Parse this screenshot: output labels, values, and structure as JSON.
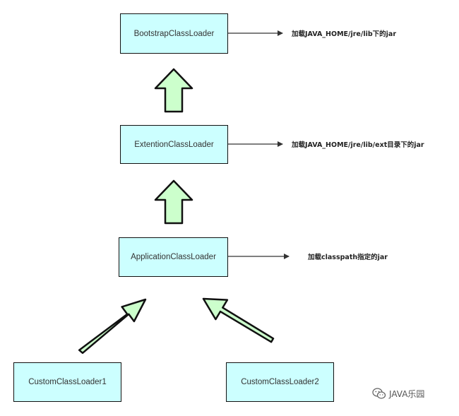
{
  "nodes": {
    "bootstrap": "BootstrapClassLoader",
    "extension": "ExtentionClassLoader",
    "application": "ApplicationClassLoader",
    "custom1": "CustomClassLoader1",
    "custom2": "CustomClassLoader2"
  },
  "notes": {
    "bootstrap": "加载JAVA_HOME/jre/lib下的jar",
    "extension": "加载JAVA_HOME/jre/lib/ext目录下的jar",
    "application": "加载classpath指定的jar"
  },
  "watermark": "JAVA乐园",
  "colors": {
    "box_fill": "#ccffff",
    "box_border": "#111111",
    "arrow_fill": "#ccffcc",
    "arrow_stroke": "#111111",
    "connector": "#333333"
  },
  "icons": {
    "watermark": "wechat-icon"
  }
}
